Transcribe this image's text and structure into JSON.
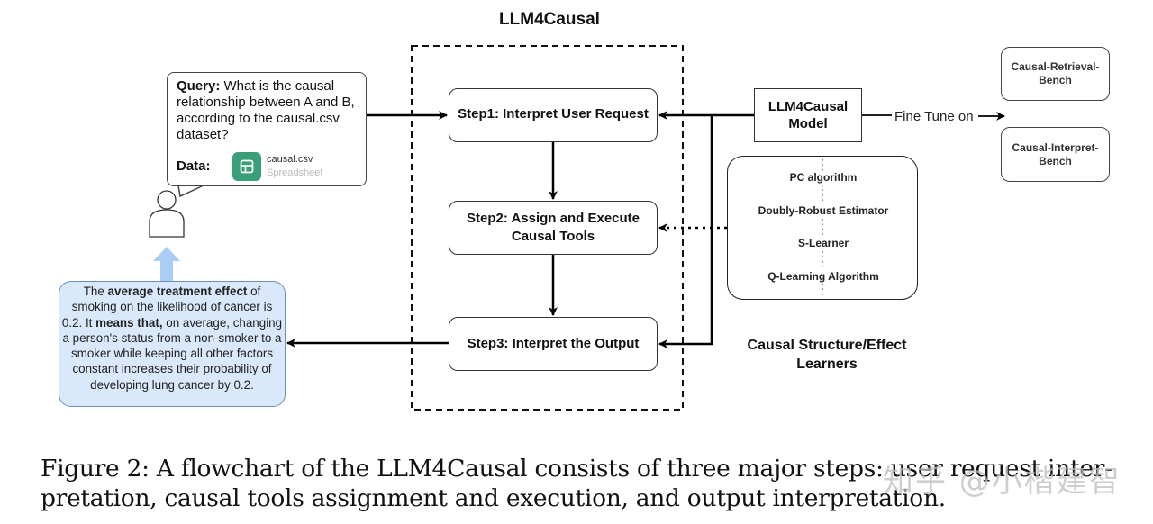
{
  "diagram": {
    "title": "LLM4Causal",
    "steps": [
      {
        "label": "Step1: Interpret User Request"
      },
      {
        "label": "Step2: Assign and Execute Causal Tools"
      },
      {
        "label": "Step3: Interpret the Output"
      }
    ],
    "query": {
      "label": "Query:",
      "text": " What is the causal relationship between A and B, according to the causal.csv dataset?",
      "data_label": "Data:",
      "file_name": "causal.csv",
      "file_type": "Spreadsheet",
      "file_icon": "spreadsheet-icon"
    },
    "user_icon": "user-icon",
    "answer": {
      "part1": "The ",
      "bold1": "average treatment effect",
      "part2": " of smoking on the likelihood of cancer is 0.2. It ",
      "bold2": "means that,",
      "part3": " on average, changing a person's status from a non-smoker to a smoker while keeping all other factors constant increases their probability of developing lung cancer by 0.2."
    },
    "model": {
      "line1": "LLM4Causal",
      "line2": "Model"
    },
    "fine_tune_label": "Fine Tune on",
    "benches": [
      {
        "line1": "Causal-Retrieval-",
        "line2": "Bench"
      },
      {
        "line1": "Causal-Interpret-",
        "line2": "Bench"
      }
    ],
    "learners": {
      "items": [
        "PC algorithm",
        "Doubly-Robust Estimator",
        "S-Learner",
        "Q-Learning Algorithm"
      ],
      "caption_line1": "Causal Structure/Effect",
      "caption_line2": "Learners"
    },
    "colors": {
      "answer_fill": "#dae8fc",
      "answer_border": "#6c8ebf",
      "up_arrow": "#a9cdf5",
      "spreadsheet_icon": "#3a9e78"
    }
  },
  "caption": {
    "line1": "Figure 2: A flowchart of the LLM4Causal consists of three major steps: user request inter-",
    "line2": "pretation, causal tools assignment and execution, and output interpretation."
  },
  "watermark": "知乎 @小楷建智"
}
